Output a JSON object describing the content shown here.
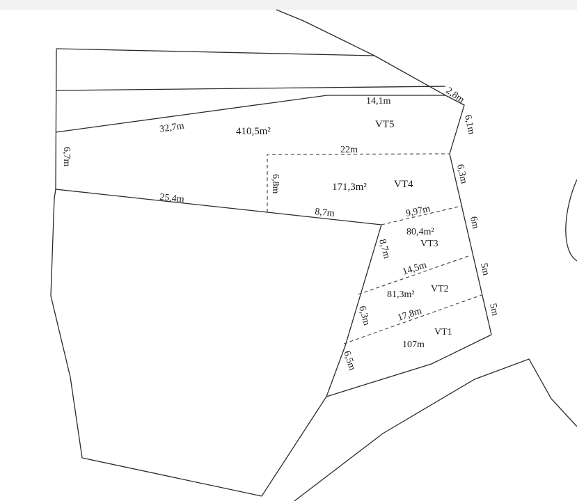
{
  "plots": {
    "vt5": {
      "name": "VT5",
      "area": "410,5m²"
    },
    "vt4": {
      "name": "VT4",
      "area": "171,3m²"
    },
    "vt3": {
      "name": "VT3",
      "area": "80,4m²"
    },
    "vt2": {
      "name": "VT2",
      "area": "81,3m²"
    },
    "vt1": {
      "name": "VT1",
      "area": "107m"
    }
  },
  "dimensions": {
    "top_14_1": "14,1m",
    "corner_2_8": "2,8m",
    "right_6_1": "6,1m",
    "left_32_7": "32,7m",
    "left_6_7": "6,7m",
    "dash_22": "22m",
    "dash_6_8": "6,8m",
    "right_6_3": "6,3m",
    "bottom_25_4": "25,4m",
    "bottom_8_7": "8,7m",
    "dash_9_97": "9,97m",
    "right_6": "6m",
    "diag_8_7": "8,7m",
    "dash_14_5": "14,5m",
    "right_5a": "5m",
    "right_5b": "5m",
    "dash_17_8": "17,8m",
    "diag_6_3": "6,3m",
    "diag_6_5": "6,5m"
  }
}
